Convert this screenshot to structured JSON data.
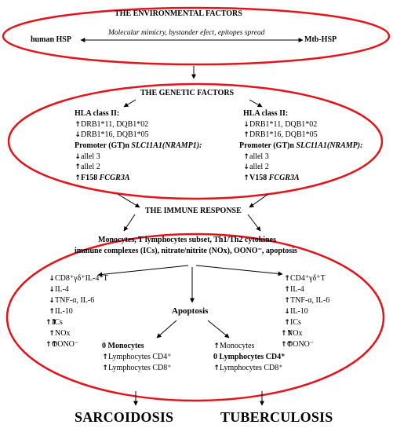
{
  "env": {
    "title": "THE ENVIRONMENTAL FACTORS",
    "left": "human HSP",
    "middle": "Molecular mimicry, bystander efect, epitopes spread",
    "right": "Mtb-HSP"
  },
  "genetic": {
    "title": "THE GENETIC FACTORS",
    "left": {
      "hla": "HLA class II:",
      "drb_a": "DRB1*11,  DQB1*02",
      "drb_b": "DRB1*16,  DQB1*05",
      "promoter_pre": "Promoter (GT)n ",
      "promoter_gene": "SLC11A1(NRAMP1):",
      "allel3": "allel 3",
      "allel2": "allel 2",
      "fcgr_pre": "F158 ",
      "fcgr_gene": "FCGR3A"
    },
    "right": {
      "hla": "HLA class II:",
      "drb_a": "DRB1*11,  DQB1*02",
      "drb_b": "DRB1*16,  DQB1*05",
      "promoter_pre": "Promoter (GT)n ",
      "promoter_gene": "SLC11A1(NRAMP):",
      "allel3": "allel 3",
      "allel2": "allel 2",
      "fcgr_pre": "V158 ",
      "fcgr_gene": "FCGR3A"
    }
  },
  "immune": {
    "title": "THE IMMUNE RESPONSE",
    "line1": "Monocytes, T lymphocytes  subset, Th1/Th2 cytokines",
    "line2": "immune complexes (ICs), nitrate/nitrite (NOx), OONO⁻, apoptosis",
    "left_items": [
      "CD8⁺γδ⁺IL-4⁺T",
      "IL-4",
      "TNF-α, IL-6",
      "IL-10",
      "ICs",
      "NOx",
      "OONO⁻"
    ],
    "right_items": [
      "CD4⁺γδ⁺T",
      "IL-4",
      "TNF-α, IL-6",
      "IL-10",
      "ICs",
      "NOx",
      "OONO⁻"
    ],
    "apoptosis": "Apoptosis",
    "apop_left": [
      "0 Monocytes",
      "Lymphocytes CD4⁺",
      "Lymphocytes CD8⁺"
    ],
    "apop_right": [
      "Monocytes",
      "0 Lymphocytes CD4⁺",
      "Lymphocytes CD8⁺"
    ]
  },
  "outcomes": {
    "left": "SARCOIDOSIS",
    "right": "TUBERCULOSIS"
  },
  "colors": {
    "ellipse": "#e3141b",
    "text": "#000000"
  }
}
